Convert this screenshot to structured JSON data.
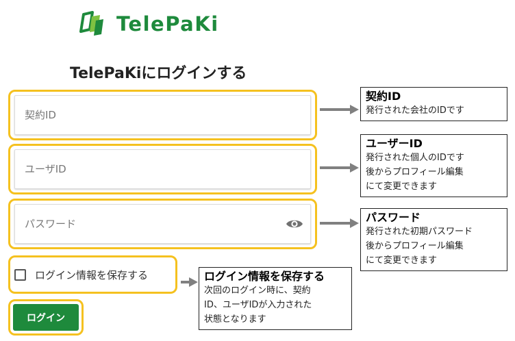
{
  "brand": {
    "name": "TelePaKi",
    "logo_icon": "telepaki-logo-icon",
    "color": "#1e8a3c"
  },
  "login": {
    "title": "TelePaKiにログインする",
    "contract_id": {
      "placeholder": "契約ID",
      "value": ""
    },
    "user_id": {
      "placeholder": "ユーザID",
      "value": ""
    },
    "password": {
      "placeholder": "パスワード",
      "value": "",
      "toggle_icon": "eye-icon"
    },
    "remember": {
      "label": "ログイン情報を保存する",
      "checked": false
    },
    "submit_label": "ログイン"
  },
  "annotations": {
    "highlight_color": "#f5c11f",
    "arrow_color": "#808080",
    "contract_id": {
      "title": "契約ID",
      "lines": [
        "発行された会社のIDです"
      ]
    },
    "user_id": {
      "title": "ユーザーID",
      "lines": [
        "発行された個人のIDです",
        "後からプロフィール編集",
        "にて変更できます"
      ]
    },
    "password": {
      "title": "パスワード",
      "lines": [
        "発行された初期パスワード",
        "後からプロフィール編集",
        "にて変更できます"
      ]
    },
    "remember": {
      "title": "ログイン情報を保存する",
      "lines": [
        "次回のログイン時に、契約",
        "ID、ユーザIDが入力された",
        "状態となります"
      ]
    }
  }
}
